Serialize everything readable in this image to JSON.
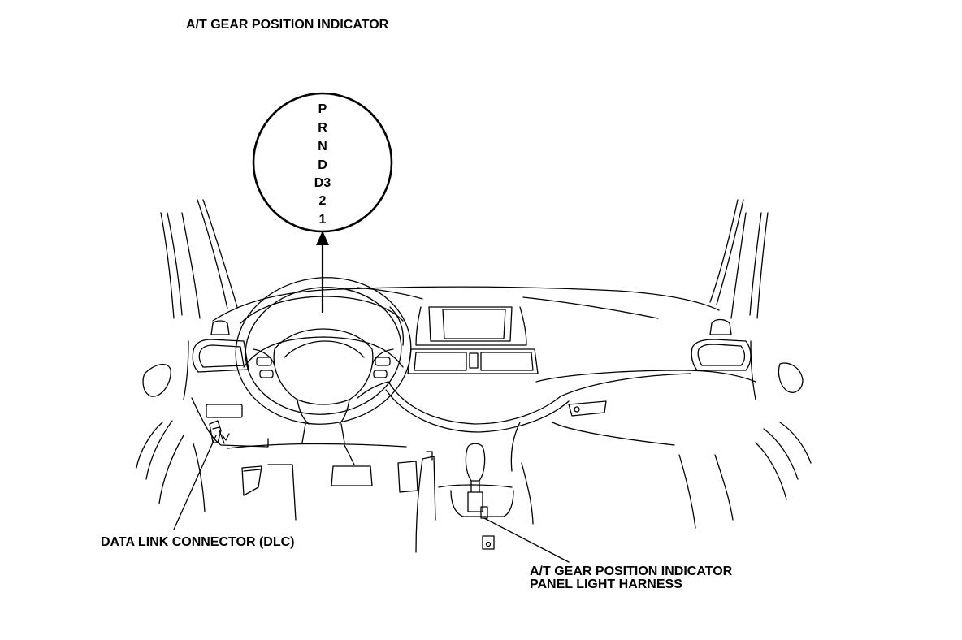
{
  "labels": {
    "title": "A/T GEAR POSITION INDICATOR",
    "dlc": "DATA LINK CONNECTOR (DLC)",
    "harness_line1": "A/T GEAR POSITION INDICATOR",
    "harness_line2": "PANEL LIGHT HARNESS"
  },
  "gear_positions": [
    "P",
    "R",
    "N",
    "D",
    "D3",
    "2",
    "1"
  ]
}
